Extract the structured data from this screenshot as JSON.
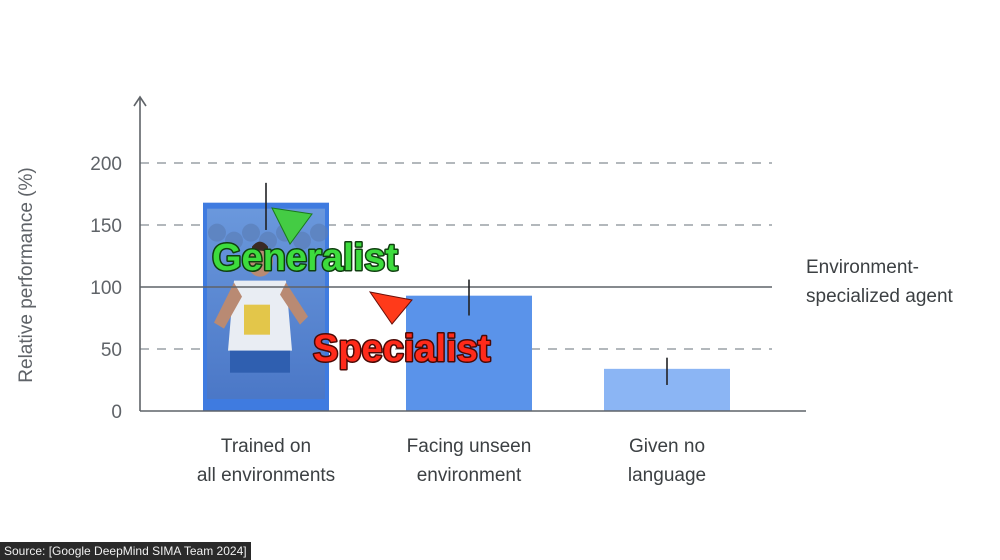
{
  "chart_data": {
    "type": "bar",
    "categories": [
      [
        "Trained on",
        "all environments"
      ],
      [
        "Facing unseen",
        "environment"
      ],
      [
        "Given no",
        "language"
      ]
    ],
    "values": [
      168,
      93,
      34
    ],
    "error_bars": [
      [
        146,
        184
      ],
      [
        77,
        106
      ],
      [
        21,
        43
      ]
    ],
    "bar_colors": [
      "#3f7be0",
      "#5a93ea",
      "#8bb5f4"
    ],
    "ylabel": "Relative performance (%)",
    "yticks": [
      0,
      50,
      100,
      150,
      200
    ],
    "ylim": [
      0,
      250
    ],
    "grid": "dashed",
    "reference_line": {
      "value": 100,
      "label": [
        "Environment-",
        "specialized agent"
      ]
    }
  },
  "annotations": {
    "generalist": {
      "text": "Generalist",
      "color": "#3ddc3d",
      "pointer_color": "#44cc44"
    },
    "specialist": {
      "text": "Specialist",
      "color": "#ff2a1a",
      "pointer_color": "#ff3a1a"
    },
    "photo_icon": "runner-photo"
  },
  "source": "Source: [Google DeepMind SIMA Team 2024]"
}
